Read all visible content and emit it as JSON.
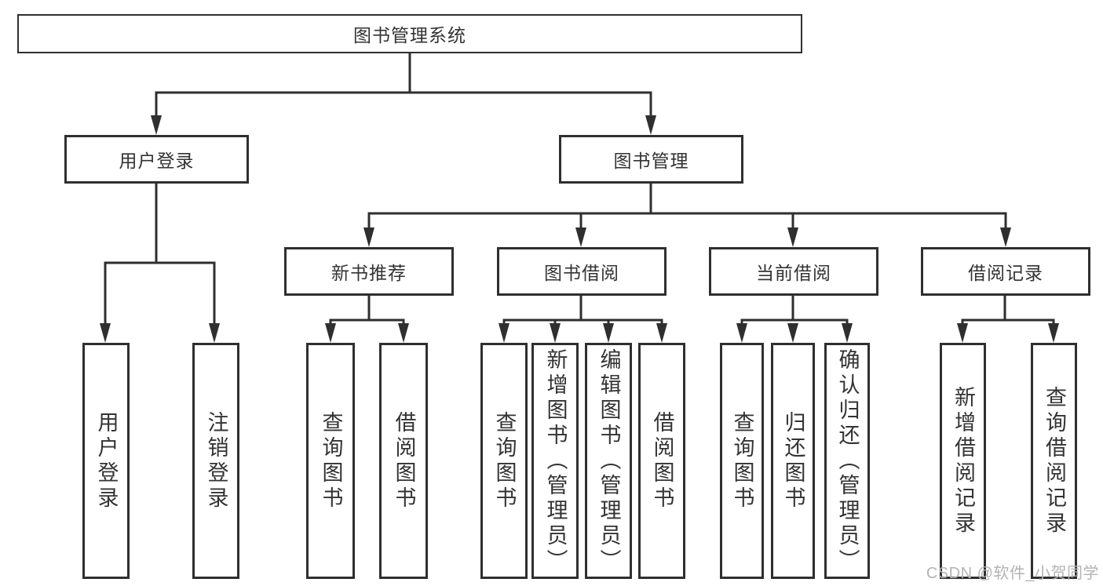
{
  "diagram": {
    "title": "图书管理系统",
    "root": {
      "label": "图书管理系统"
    },
    "level2": {
      "user_login": {
        "label": "用户登录"
      },
      "book_mgmt": {
        "label": "图书管理"
      }
    },
    "level3": {
      "new_books": {
        "label": "新书推荐"
      },
      "borrow": {
        "label": "图书借阅"
      },
      "current": {
        "label": "当前借阅"
      },
      "records": {
        "label": "借阅记录"
      }
    },
    "leaves": {
      "user_login": {
        "label": "用户登录"
      },
      "logout": {
        "label": "注销登录"
      },
      "nb_query": {
        "label": "查询图书"
      },
      "nb_borrow": {
        "label": "借阅图书"
      },
      "bb_query": {
        "label": "查询图书"
      },
      "bb_add": {
        "label": "新增图书（管理员）"
      },
      "bb_edit": {
        "label": "编辑图书（管理员）"
      },
      "bb_borrow": {
        "label": "借阅图书"
      },
      "cb_query": {
        "label": "查询图书"
      },
      "cb_return": {
        "label": "归还图书"
      },
      "cb_confirm": {
        "label": "确认归还（管理员）"
      },
      "br_add": {
        "label": "新增借阅记录"
      },
      "br_query": {
        "label": "查询借阅记录"
      }
    }
  },
  "watermark": "CSDN @软件_小贺同学",
  "colors": {
    "line": "#2f2f2f",
    "text": "#333333",
    "watermark": "#b3b3b3",
    "background": "#ffffff"
  }
}
